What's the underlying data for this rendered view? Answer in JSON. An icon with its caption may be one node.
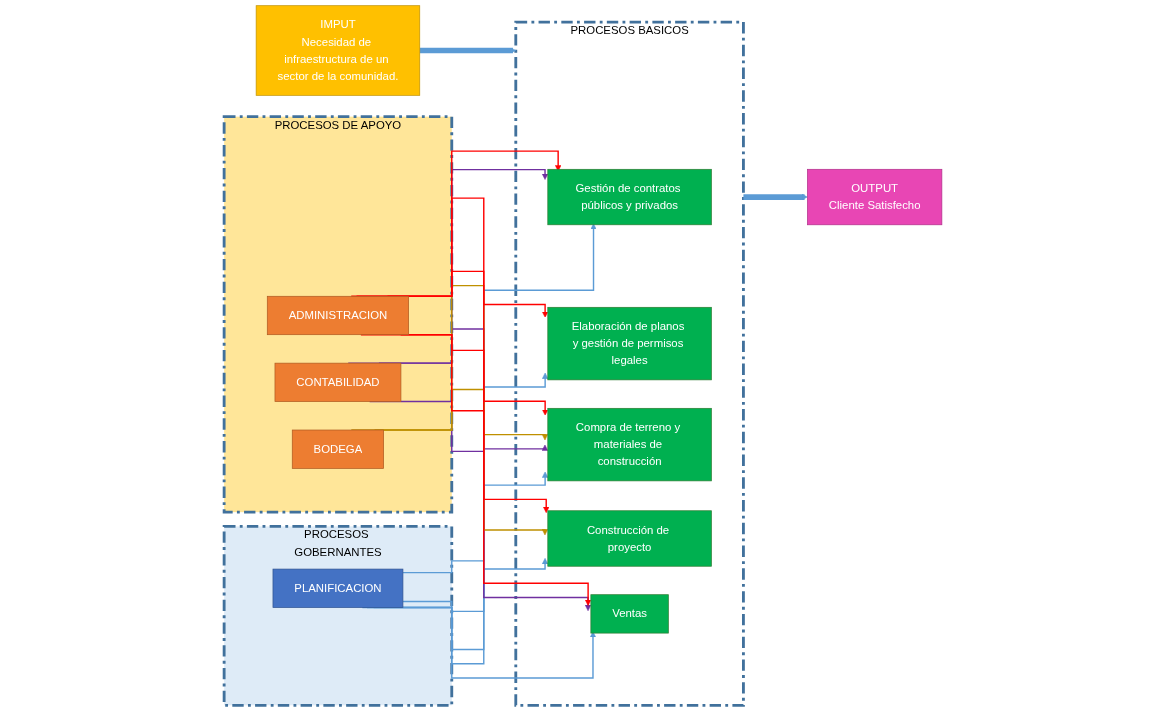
{
  "diagram": {
    "nodes": [
      {
        "text": [
          "PROCESOS GOBERNANTES"
        ]
      },
      {
        "text": [
          "PLANIFICACION"
        ],
        "in": 0
      },
      {
        "text": [
          "IMPUT",
          "Necesidad de infraestructura de un sector de la comunidad."
        ]
      },
      {
        "text": [
          "PROCESOS BASICOS"
        ]
      },
      {
        "text": [
          "Gestión de contratos públicos y privados"
        ],
        "in": 3
      },
      {
        "text": [
          "Elaboración de planos y gestión de permisos legales"
        ],
        "in": 3
      },
      {
        "text": [
          "Compra de terreno y materiales de construcción"
        ],
        "in": 3
      },
      {
        "text": [
          "Construcción de proyecto"
        ],
        "in": 3
      },
      {
        "text": [
          "Ventas"
        ],
        "in": 3
      },
      {
        "text": [
          "OUTPUT",
          "Cliente Satisfecho"
        ]
      },
      {
        "text": [
          "PROCESOS DE APOYO"
        ]
      },
      {
        "text": [
          "CONTABILIDAD"
        ],
        "in": 10
      },
      {
        "text": [
          "BODEGA"
        ],
        "in": 10
      },
      {
        "text": [
          "ADMINISTRACION"
        ],
        "in": 10
      }
    ],
    "edges": [
      {
        "from": 1,
        "to": 4,
        "arrow": "to",
        "color": "#5b9bd5"
      },
      {
        "from": 1,
        "to": 5,
        "arrow": "to",
        "color": "#5b9bd5"
      },
      {
        "from": 1,
        "to": 6,
        "arrow": "to",
        "color": "#5b9bd5"
      },
      {
        "from": 1,
        "to": 7,
        "arrow": "to",
        "color": "#5b9bd5"
      },
      {
        "from": 1,
        "to": 8,
        "arrow": "to",
        "color": "#5b9bd5"
      },
      {
        "from": 2,
        "to": 3,
        "arrow": "to",
        "style": "thick",
        "color": "#5b9bd5"
      },
      {
        "from": 3,
        "to": 9,
        "arrow": "to",
        "style": "thick",
        "color": "#5b9bd5"
      },
      {
        "from": 11,
        "to": 4,
        "arrow": "to",
        "color": "#7030a0"
      },
      {
        "from": 11,
        "to": 6,
        "arrow": "to",
        "color": "#7030a0"
      },
      {
        "from": 11,
        "to": 8,
        "arrow": "to",
        "color": "#7030a0"
      },
      {
        "from": 12,
        "to": 6,
        "arrow": "to",
        "color": "#bf9000"
      },
      {
        "from": 12,
        "to": 7,
        "arrow": "to",
        "color": "#bf9000"
      },
      {
        "from": 13,
        "to": 4,
        "arrow": "to",
        "color": "#ff0000"
      },
      {
        "from": 13,
        "to": 5,
        "arrow": "to",
        "color": "#ff0000"
      },
      {
        "from": 13,
        "to": 6,
        "arrow": "to",
        "color": "#ff0000"
      },
      {
        "from": 13,
        "to": 7,
        "arrow": "to",
        "color": "#ff0000"
      },
      {
        "from": 13,
        "to": 8,
        "arrow": "to",
        "color": "#ff0000"
      }
    ]
  }
}
